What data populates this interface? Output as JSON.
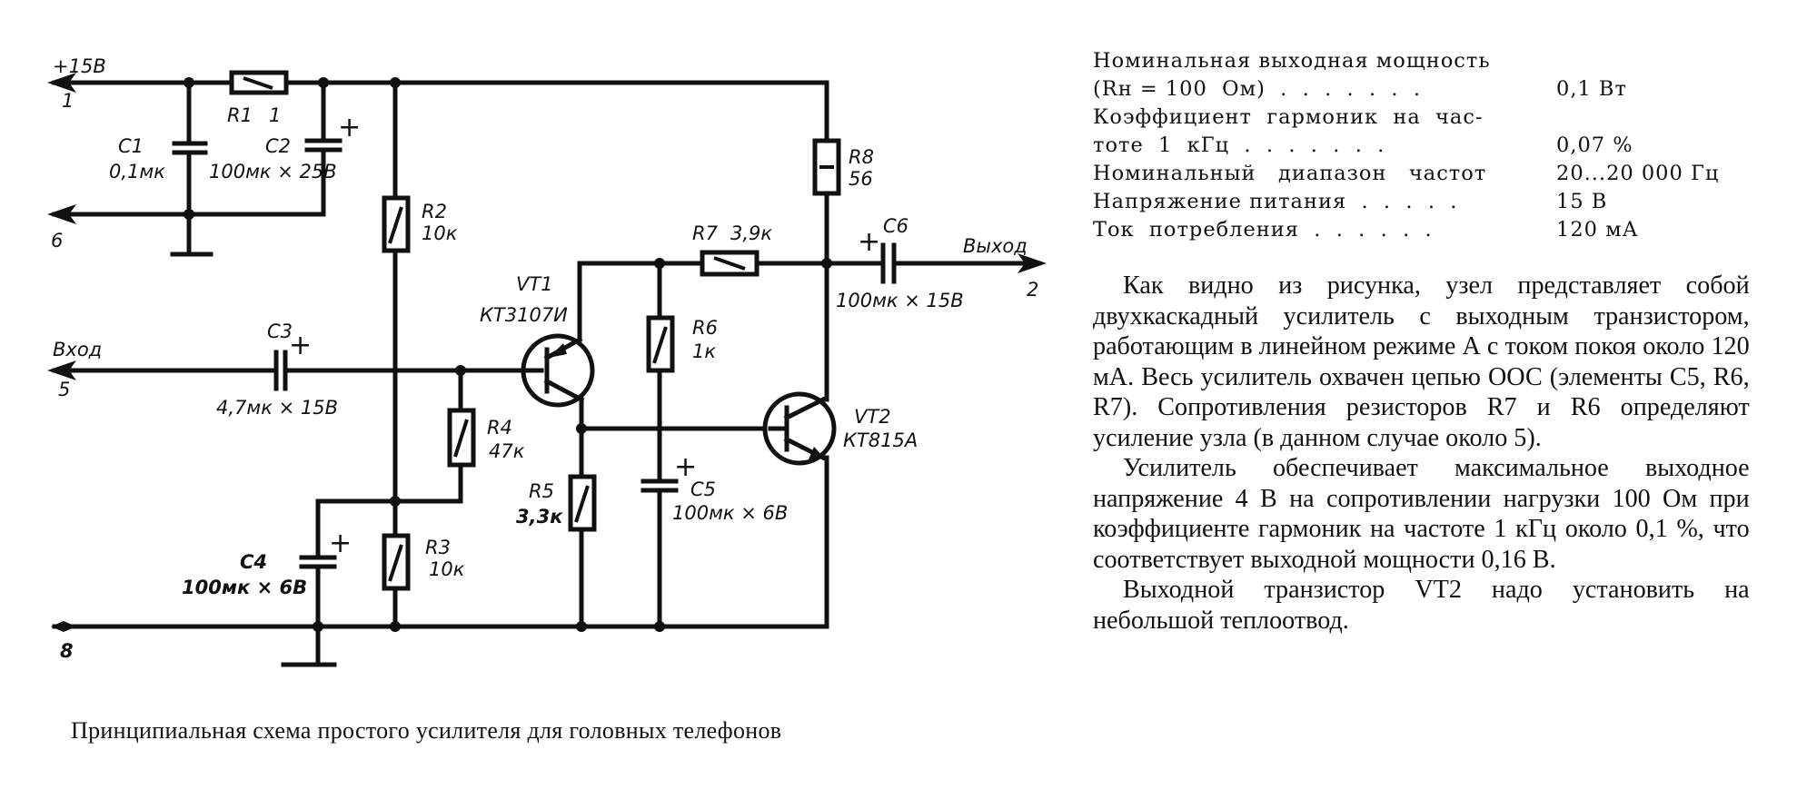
{
  "figure": {
    "caption": "Принципиальная схема простого усилителя для головных телефонов",
    "terminals": {
      "supply": {
        "label": "+15В",
        "pin": "1"
      },
      "common": {
        "pin": "6"
      },
      "input": {
        "label": "Вход",
        "pin": "5"
      },
      "output": {
        "label": "Выход",
        "pin": "2"
      },
      "ground": {
        "pin": "8"
      }
    },
    "components": {
      "R1": {
        "ref": "R1",
        "value": "1"
      },
      "R2": {
        "ref": "R2",
        "value": "10к"
      },
      "R3": {
        "ref": "R3",
        "value": "10к"
      },
      "R4": {
        "ref": "R4",
        "value": "47к"
      },
      "R5": {
        "ref": "R5",
        "value": "3,3к"
      },
      "R6": {
        "ref": "R6",
        "value": "1к"
      },
      "R7": {
        "ref": "R7",
        "value": "3,9к"
      },
      "R8": {
        "ref": "R8",
        "value": "56"
      },
      "C1": {
        "ref": "C1",
        "value": "0,1мк"
      },
      "C2": {
        "ref": "C2",
        "value": "100мк × 25В"
      },
      "C3": {
        "ref": "C3",
        "value": "4,7мк × 15В"
      },
      "C4": {
        "ref": "C4",
        "value": "100мк × 6В"
      },
      "C5": {
        "ref": "C5",
        "value": "100мк × 6В"
      },
      "C6": {
        "ref": "C6",
        "value": "100мк × 15В"
      },
      "VT1": {
        "ref": "VT1",
        "value": "КТ3107И"
      },
      "VT2": {
        "ref": "VT2",
        "value": "КТ815А"
      }
    },
    "polarity_mark": "+"
  },
  "specs": [
    {
      "label": "Номинальная выходная мощность",
      "value": ""
    },
    {
      "label": "(Rн = 100  Ом)  .  .  .  .  .  .  .",
      "value": "0,1 Вт"
    },
    {
      "label": "Коэффициент  гармоник  на  час-",
      "value": ""
    },
    {
      "label": "тоте  1  кГц  .  .  .  .  .  .  .",
      "value": "0,07 %"
    },
    {
      "label": "Номинальный   диапазон   частот",
      "value": "20...20 000 Гц"
    },
    {
      "label": "Напряжение питания  .  .  .  .  .",
      "value": "15 В"
    },
    {
      "label": "Ток  потребления  .  .  .  .  .  .",
      "value": "120 мА"
    }
  ],
  "paragraphs": [
    "Как видно из рисунка, узел представляет собой двухкаскадный усилитель с выходным транзистором, работающим в линейном режиме А с током покоя около 120 мА. Весь усилитель охвачен цепью ООС (элементы С5, R6, R7). Сопротивления резисторов R7 и R6 определяют усиление узла (в данном случае около 5).",
    "Усилитель обеспечивает максимальное выходное напряжение 4 В на сопротивлении нагрузки 100 Ом при коэффициенте гармоник на частоте 1 кГц около 0,1 %, что соответствует выходной мощности 0,16 В.",
    "Выходной транзистор VT2 надо установить на небольшой теплоотвод."
  ]
}
